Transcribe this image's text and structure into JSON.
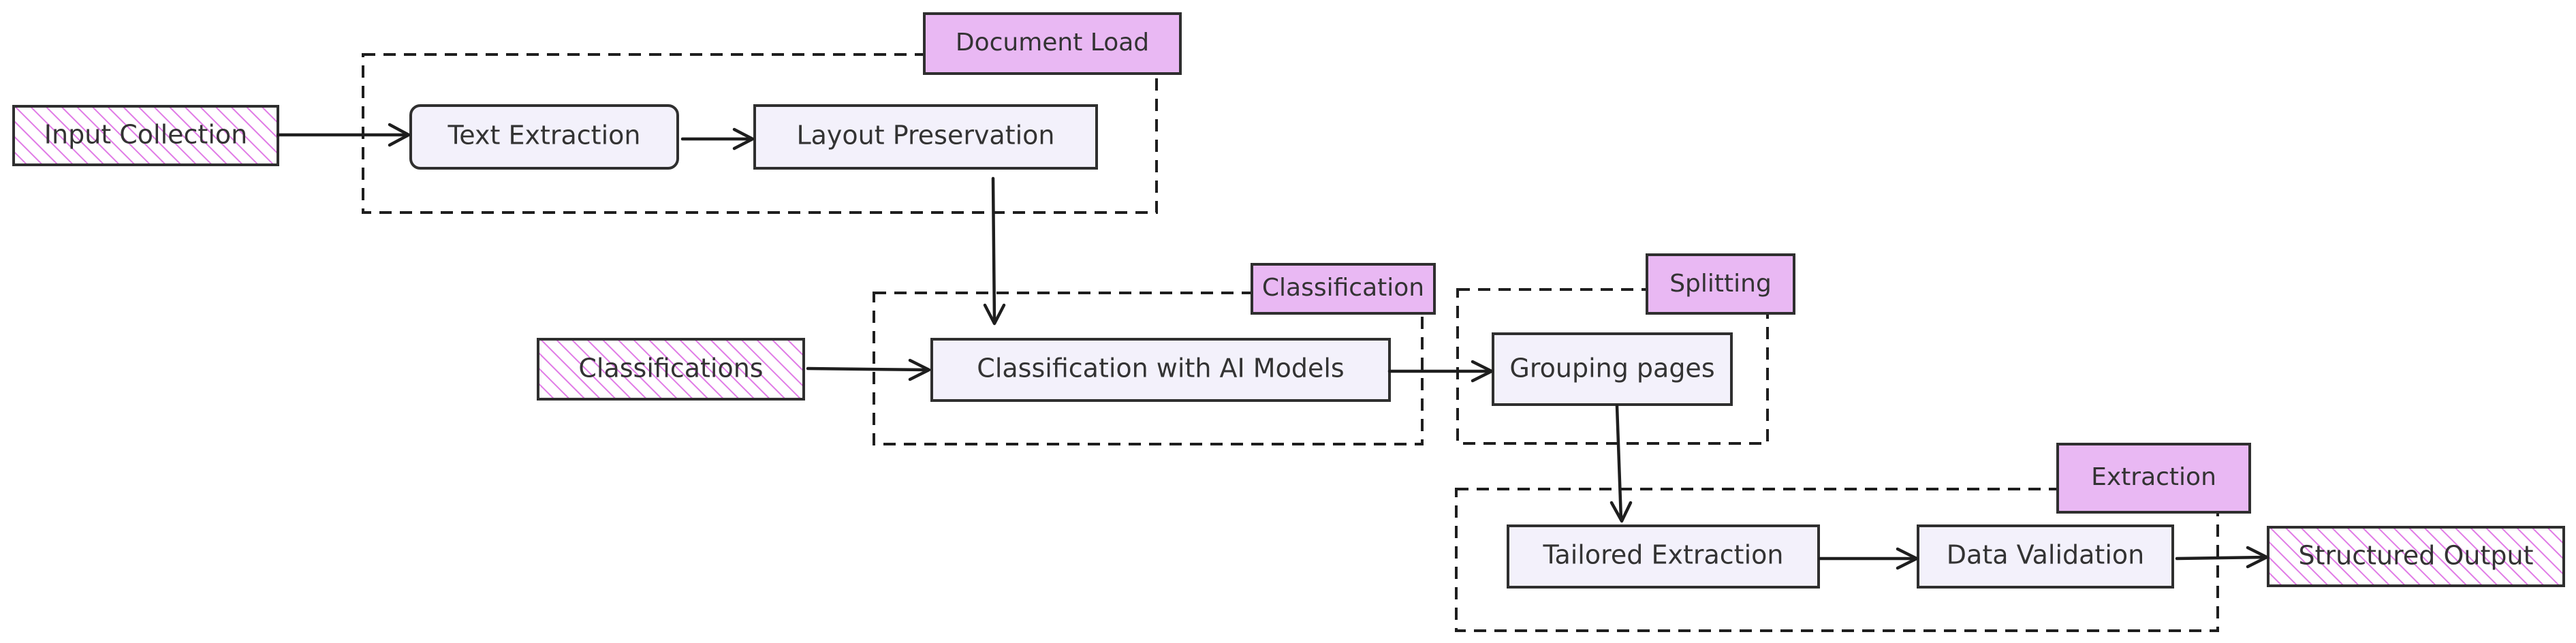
{
  "groups": {
    "document_load": "Document Load",
    "classification": "Classification",
    "splitting": "Splitting",
    "extraction": "Extraction"
  },
  "nodes": {
    "input_collection": "Input Collection",
    "text_extraction": "Text Extraction",
    "layout_preservation": "Layout Preservation",
    "classifications": "Classifications",
    "classification_ai": "Classification with AI Models",
    "grouping_pages": "Grouping pages",
    "tailored_extraction": "Tailored Extraction",
    "data_validation": "Data Validation",
    "structured_output": "Structured Output"
  },
  "colors": {
    "process_fill": "#f3f1fb",
    "label_fill": "#e9b8f3",
    "hatch": "#e07be6",
    "stroke": "#1e1e1e"
  }
}
